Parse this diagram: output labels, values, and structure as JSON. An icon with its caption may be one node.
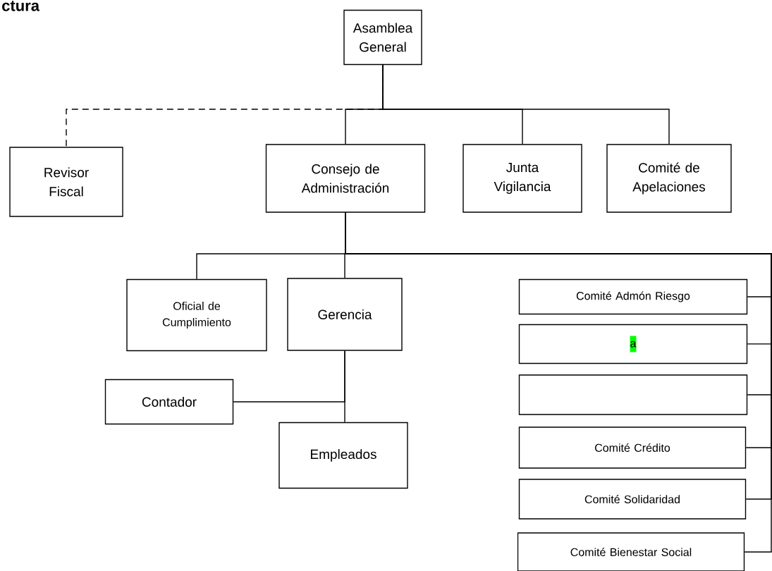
{
  "diagram": {
    "title": "ctura",
    "nodes": [
      {
        "text": [
          "Asamblea General"
        ]
      },
      {
        "text": [
          "Revisor Fiscal"
        ]
      },
      {
        "text": [
          "Consejo de Administración"
        ]
      },
      {
        "text": [
          "Junta Vigilancia"
        ]
      },
      {
        "text": [
          "Comité de Apelaciones"
        ]
      },
      {
        "text": [
          "Oficial de Cumplimiento"
        ]
      },
      {
        "text": [
          "Gerencia"
        ]
      },
      {
        "text": [
          "Contador"
        ]
      },
      {
        "text": [
          "Empleados"
        ]
      },
      {
        "text": [
          "Comité Admón Riesgo"
        ]
      },
      {
        "text": [
          "a"
        ]
      },
      {
        "text": [],
        "shape": "box"
      },
      {
        "text": [
          "Comité Crédito"
        ]
      },
      {
        "text": [
          "Comité Solidaridad"
        ]
      },
      {
        "text": [
          "Comité Bienestar Social"
        ]
      }
    ],
    "edges": [
      {
        "from": 0,
        "to": 1,
        "arrow": "none",
        "style": "dashed"
      },
      {
        "from": 0,
        "to": 2,
        "arrow": "none"
      },
      {
        "from": 0,
        "to": 3,
        "arrow": "none"
      },
      {
        "from": 0,
        "to": 4,
        "arrow": "none"
      },
      {
        "from": 2,
        "to": 5,
        "arrow": "none"
      },
      {
        "from": 2,
        "to": 6,
        "arrow": "none"
      },
      {
        "from": 2,
        "to": 9,
        "arrow": "none"
      },
      {
        "from": 2,
        "to": 10,
        "arrow": "none"
      },
      {
        "from": 2,
        "to": 11,
        "arrow": "none"
      },
      {
        "from": 2,
        "to": 12,
        "arrow": "none"
      },
      {
        "from": 2,
        "to": 13,
        "arrow": "none"
      },
      {
        "from": 2,
        "to": 14,
        "arrow": "none"
      },
      {
        "from": 6,
        "to": 7,
        "arrow": "none"
      },
      {
        "from": 6,
        "to": 8,
        "arrow": "none"
      }
    ]
  }
}
